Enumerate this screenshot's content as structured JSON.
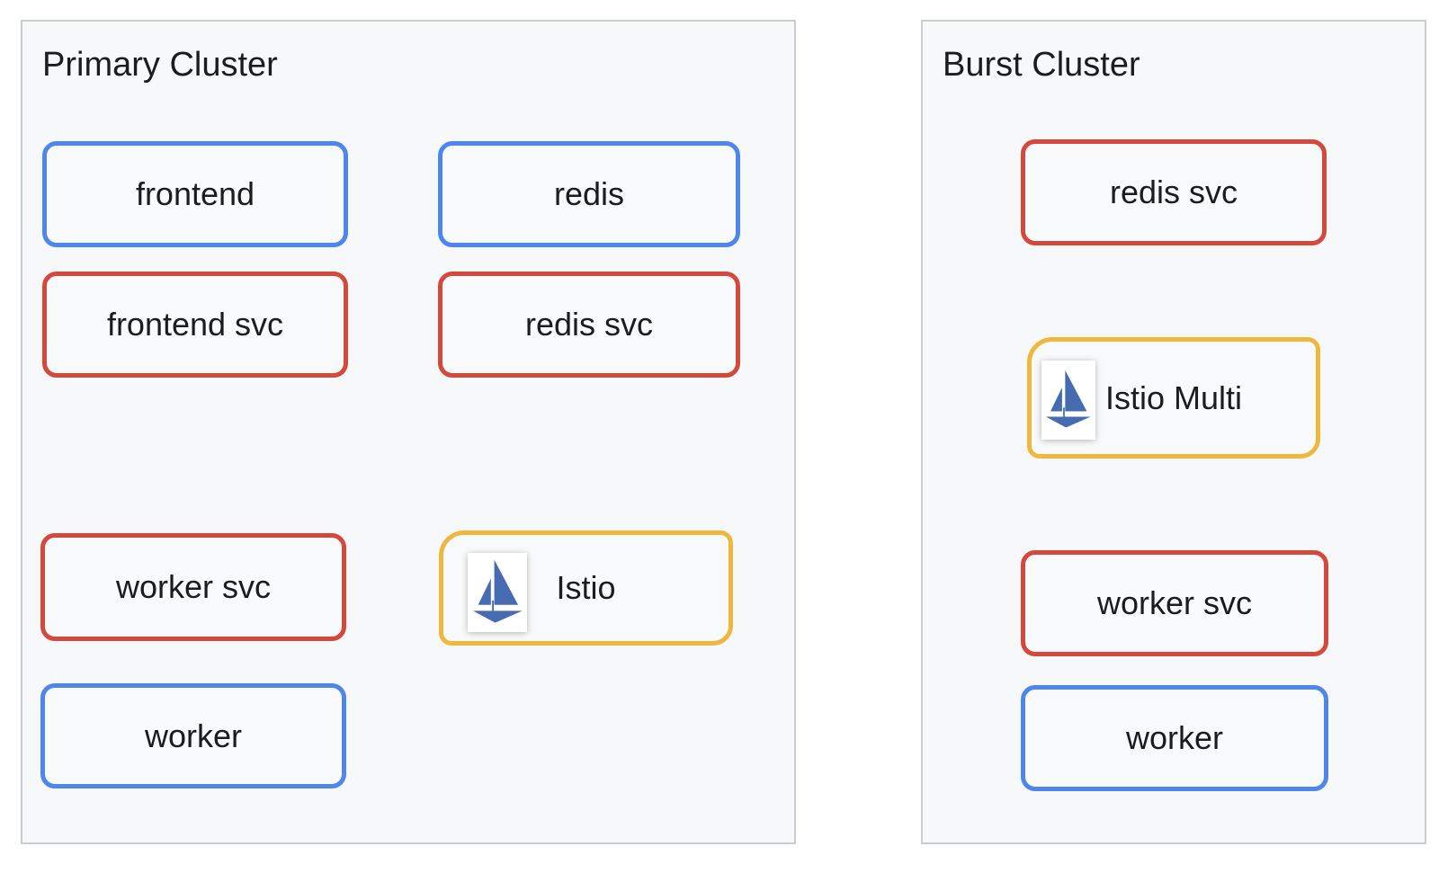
{
  "colors": {
    "blue_border": "#4e86ec",
    "red_border": "#d5493c",
    "yellow_border": "#efb73e",
    "istio_logo_blue": "#466bb0",
    "cluster_background": "#f7f8fa",
    "cluster_border": "#c9ccd1",
    "page_background": "#ffffff",
    "text": "#1c1c1e"
  },
  "clusters": {
    "primary": {
      "title": "Primary Cluster",
      "nodes": {
        "frontend": {
          "label": "frontend",
          "border": "blue"
        },
        "redis": {
          "label": "redis",
          "border": "blue"
        },
        "frontend_svc": {
          "label": "frontend svc",
          "border": "red"
        },
        "redis_svc": {
          "label": "redis svc",
          "border": "red"
        },
        "worker_svc": {
          "label": "worker svc",
          "border": "red"
        },
        "istio": {
          "label": "Istio",
          "border": "yellow",
          "icon": "istio-sailboat"
        },
        "worker": {
          "label": "worker",
          "border": "blue"
        }
      }
    },
    "burst": {
      "title": "Burst Cluster",
      "nodes": {
        "redis_svc": {
          "label": "redis svc",
          "border": "red"
        },
        "istio_multi": {
          "label": "Istio Multi",
          "border": "yellow",
          "icon": "istio-sailboat"
        },
        "worker_svc": {
          "label": "worker svc",
          "border": "red"
        },
        "worker": {
          "label": "worker",
          "border": "blue"
        }
      }
    }
  }
}
